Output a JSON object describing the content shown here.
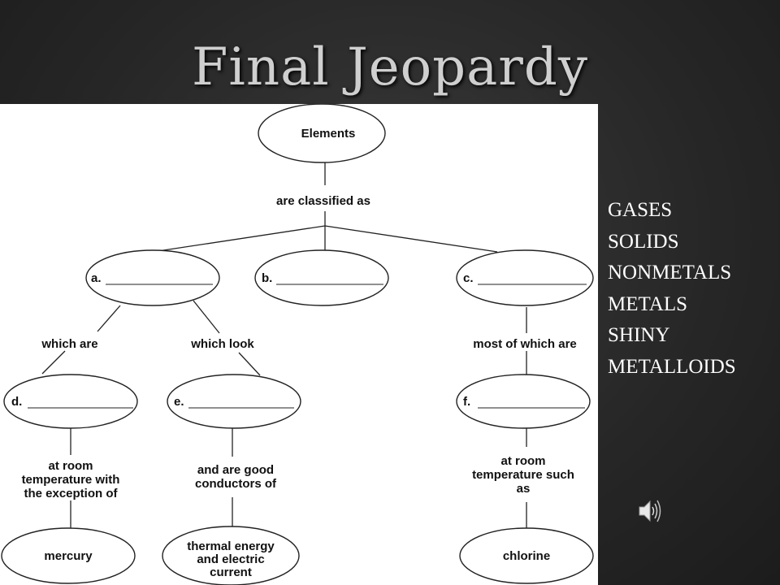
{
  "slide": {
    "title": "Final Jeopardy"
  },
  "concept_map": {
    "nodes": {
      "root": "Elements",
      "a": "a.",
      "b": "b.",
      "c": "c.",
      "d": "d.",
      "e": "e.",
      "f": "f.",
      "mercury": "mercury",
      "thermal": [
        "thermal energy",
        "and electric",
        "current"
      ],
      "chlorine": "chlorine"
    },
    "links": {
      "classified": "are classified as",
      "which_are": "which are",
      "which_look": "which look",
      "most_of_which": "most of which are",
      "room_temp_exception": [
        "at room",
        "temperature with",
        "the exception of"
      ],
      "good_conductors": [
        "and are good",
        "conductors of"
      ],
      "room_temp_such": [
        "at room",
        "temperature such",
        "as"
      ]
    }
  },
  "word_bank": [
    "GASES",
    "SOLIDS",
    "NONMETALS",
    "METALS",
    "SHINY",
    "METALLOIDS"
  ],
  "icons": {
    "audio": "speaker-icon"
  }
}
